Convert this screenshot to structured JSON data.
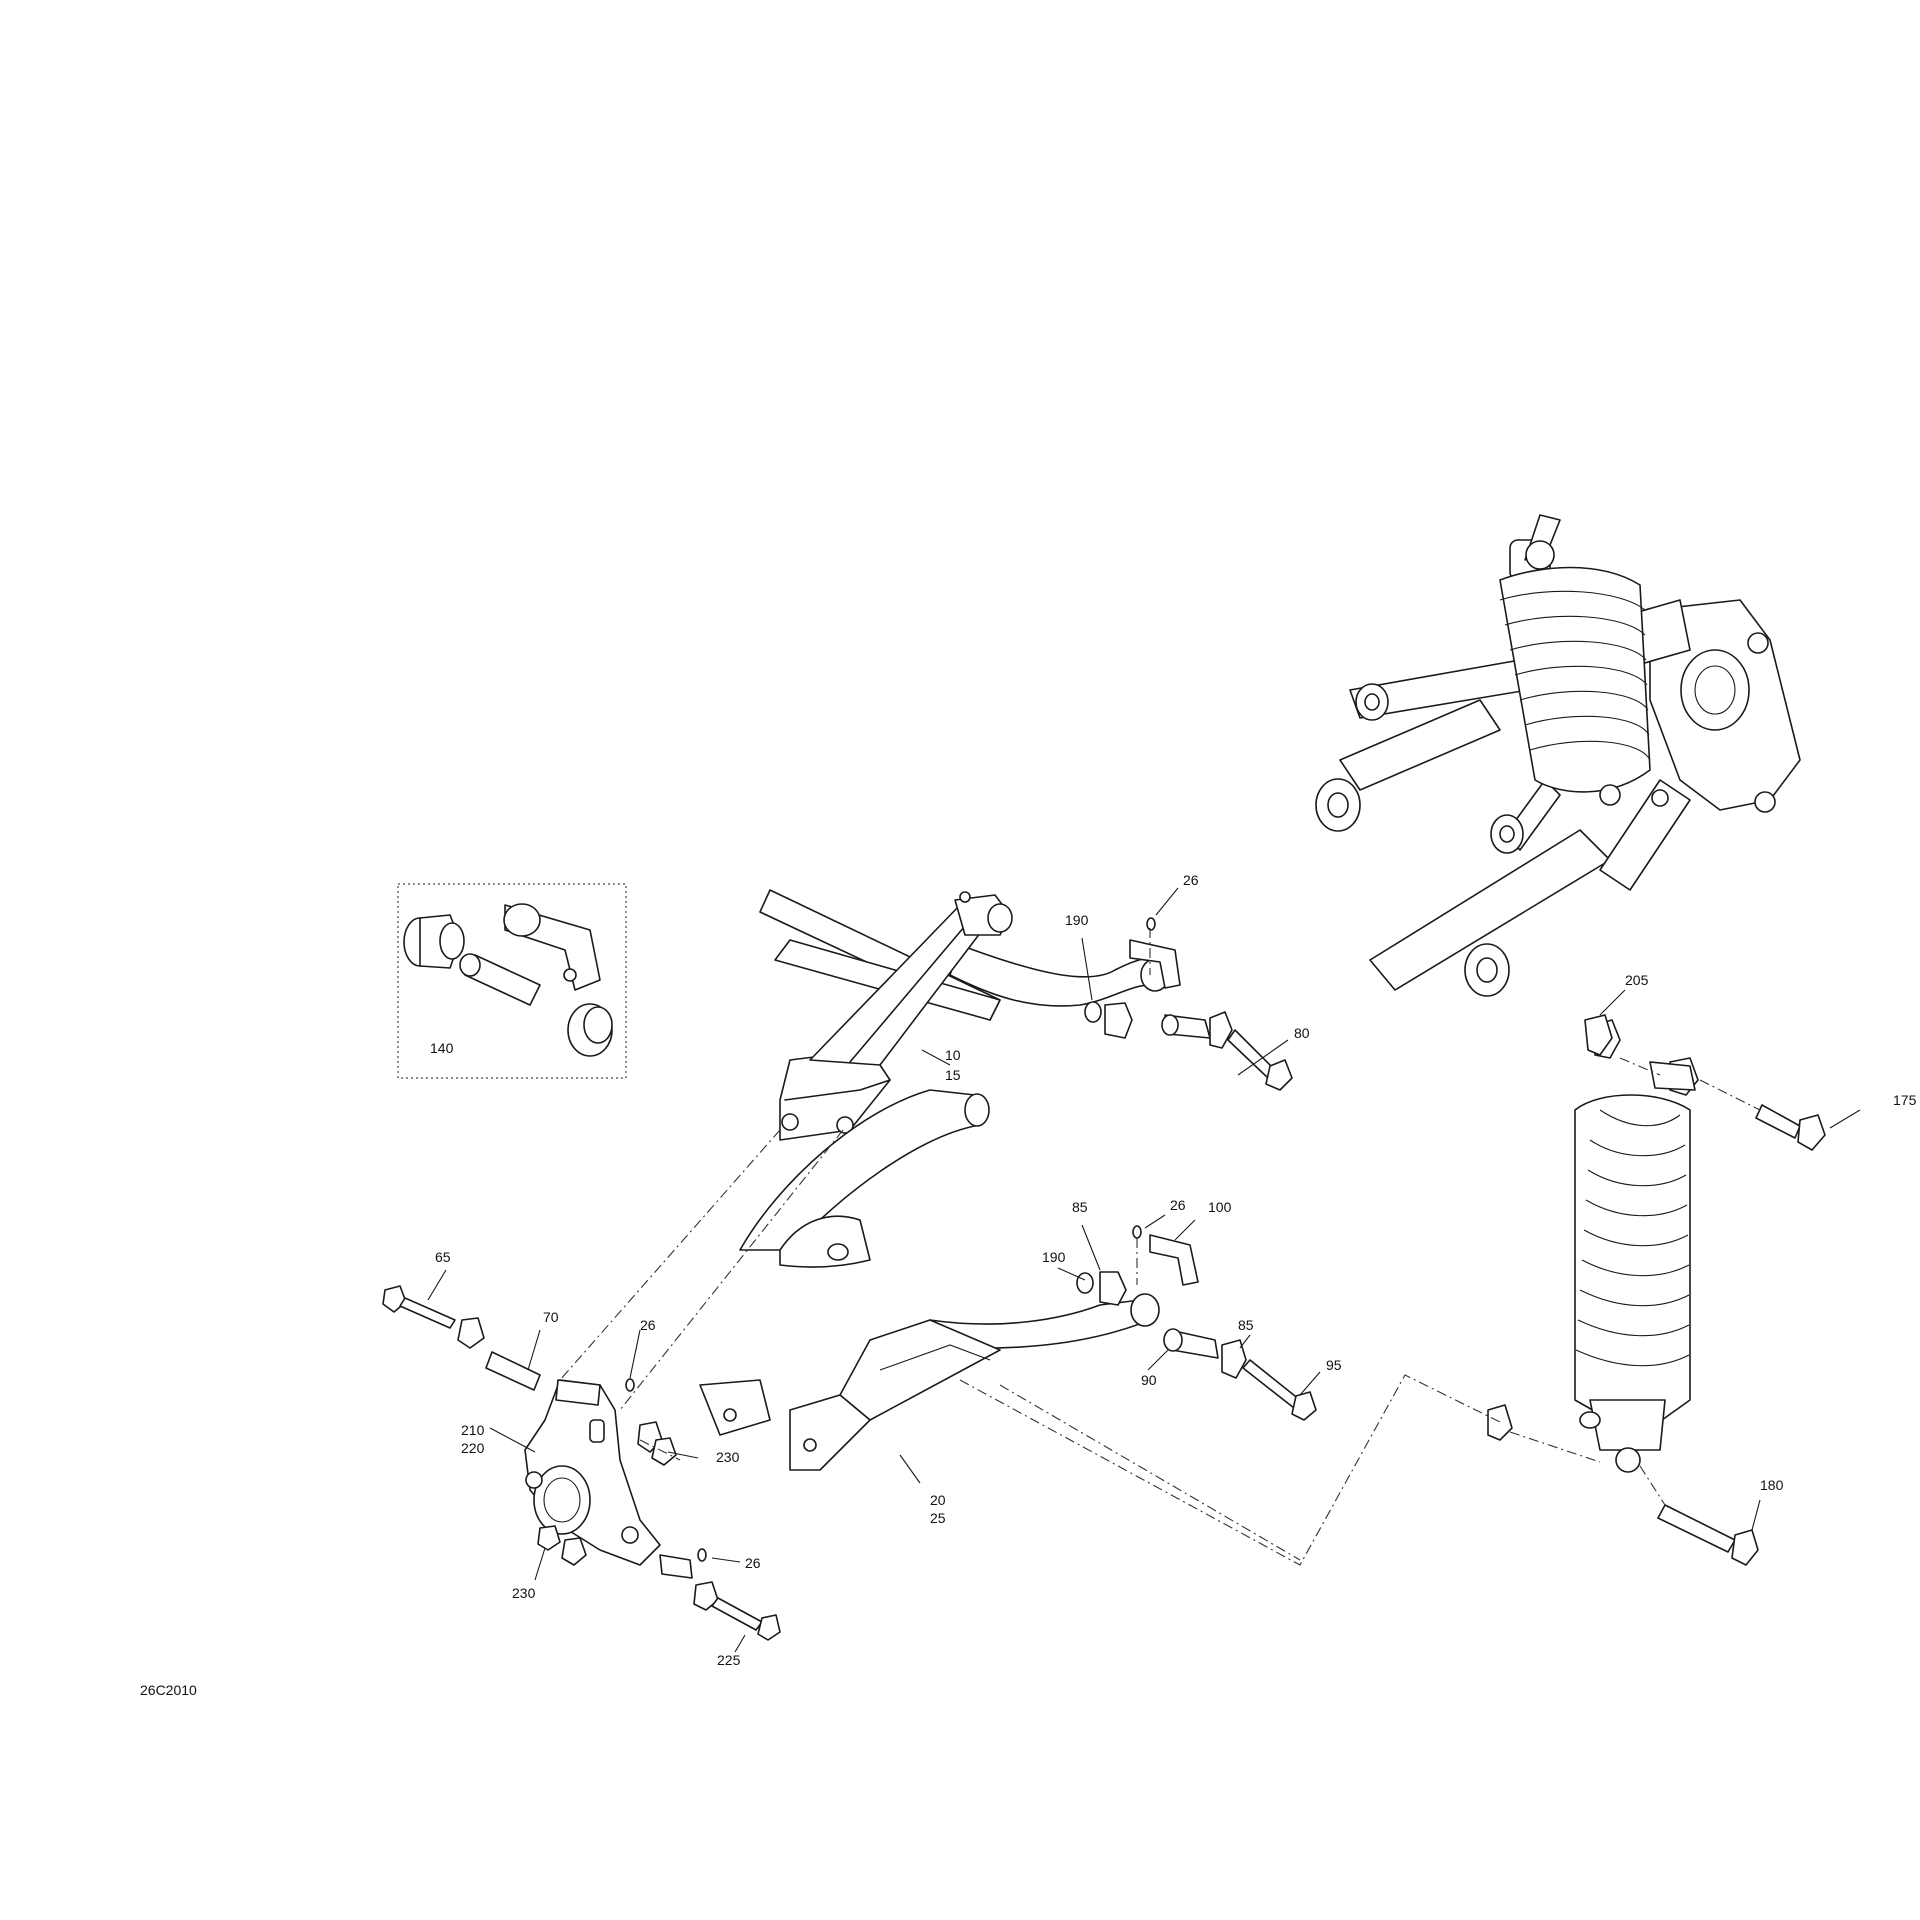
{
  "diagram_code": "26C2010",
  "callouts": [
    {
      "id": "c26a",
      "text": "26"
    },
    {
      "id": "c190a",
      "text": "190"
    },
    {
      "id": "c80",
      "text": "80"
    },
    {
      "id": "c10",
      "text": "10"
    },
    {
      "id": "c15",
      "text": "15"
    },
    {
      "id": "c140",
      "text": "140"
    },
    {
      "id": "c205",
      "text": "205"
    },
    {
      "id": "c175",
      "text": "175"
    },
    {
      "id": "c26b",
      "text": "26"
    },
    {
      "id": "c100",
      "text": "100"
    },
    {
      "id": "c85a",
      "text": "85"
    },
    {
      "id": "c190b",
      "text": "190"
    },
    {
      "id": "c65",
      "text": "65"
    },
    {
      "id": "c70",
      "text": "70"
    },
    {
      "id": "c26c",
      "text": "26"
    },
    {
      "id": "c85b",
      "text": "85"
    },
    {
      "id": "c95",
      "text": "95"
    },
    {
      "id": "c90",
      "text": "90"
    },
    {
      "id": "c210",
      "text": "210"
    },
    {
      "id": "c220",
      "text": "220"
    },
    {
      "id": "c230a",
      "text": "230"
    },
    {
      "id": "c20",
      "text": "20"
    },
    {
      "id": "c25",
      "text": "25"
    },
    {
      "id": "c180",
      "text": "180"
    },
    {
      "id": "c26d",
      "text": "26"
    },
    {
      "id": "c230b",
      "text": "230"
    },
    {
      "id": "c225",
      "text": "225"
    }
  ]
}
